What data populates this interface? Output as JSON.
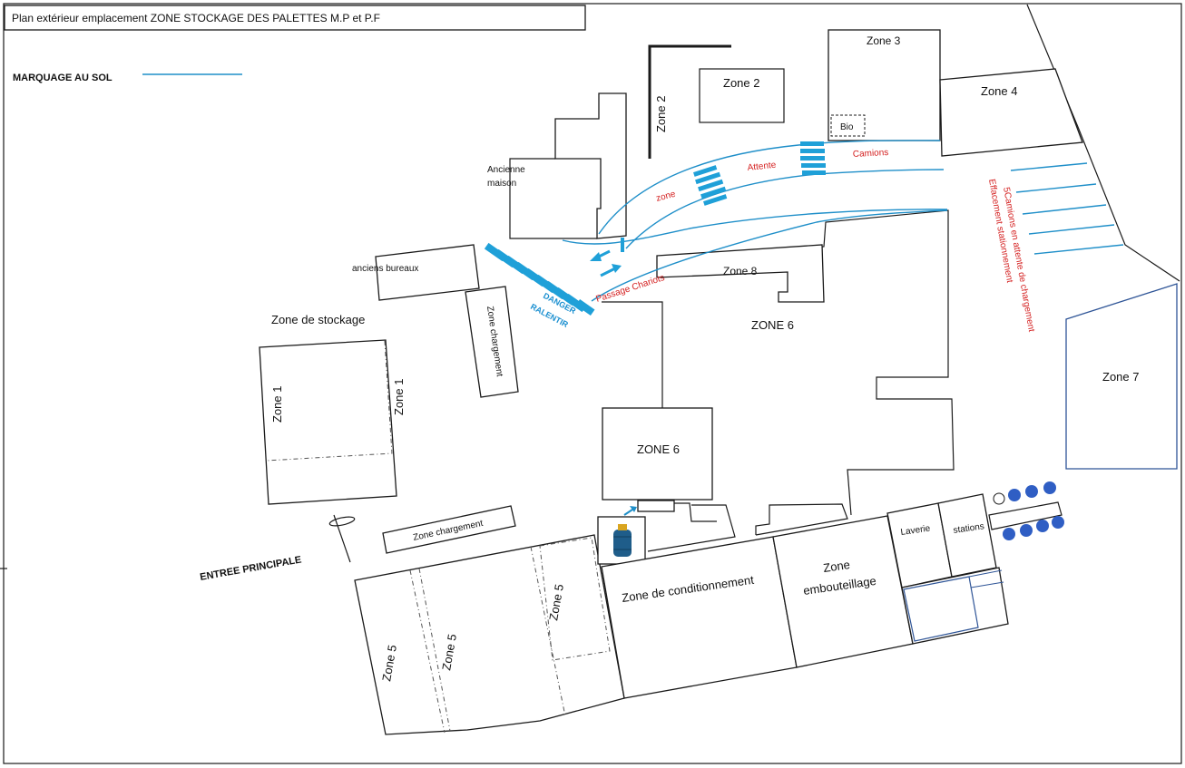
{
  "title": "Plan extérieur emplacement ZONE STOCKAGE DES PALETTES M.P et P.F",
  "legend": {
    "label": "MARQUAGE AU SOL",
    "line_color": "#1f8fc9"
  },
  "labels": {
    "zone2_vertical": "Zone 2",
    "zone2_box": "Zone 2",
    "zone3": "Zone 3",
    "bio": "Bio",
    "zone4": "Zone 4",
    "ancienne_1": "Ancienne",
    "ancienne_2": "maison",
    "anciens_bureaux": "anciens bureaux",
    "zone_chargement_v": "Zone chargement",
    "zone_de_stockage": "Zone de stockage",
    "zone1_a": "Zone 1",
    "zone1_b": "Zone 1",
    "zone8": "Zone 8",
    "zone6_upper": "ZONE 6",
    "zone6_box": "ZONE 6",
    "zone7": "Zone 7",
    "zone_chargement_h": "Zone chargement",
    "entree": "ENTREE PRINCIPALE",
    "zone5_a": "Zone 5",
    "zone5_b": "Zone 5",
    "zone5_c": "Zone 5",
    "conditionnement": "Zone de conditionnement",
    "embouteillage_1": "Zone",
    "embouteillage_2": "embouteillage",
    "laverie": "Laverie",
    "stations": "stations"
  },
  "road_labels": {
    "zone": "zone",
    "attente": "Attente",
    "camions": "Camions",
    "passage": "Passage Chariots",
    "danger": "DANGER",
    "ralentir": "RALENTIR",
    "effacement_1": "Effacement stationnement",
    "effacement_2": "5Camions en attente de chargement"
  },
  "colors": {
    "ground_marking": "#1f8fc9",
    "zebra": "#1fa0d8",
    "red_text": "#d42020",
    "blue_text": "#1a8fd0",
    "circles": "#2f5ec4",
    "zone7_outline": "#2f5597"
  },
  "icons": {
    "gas_bottle": "gas-bottle-icon",
    "arrow": "arrow-icon"
  }
}
